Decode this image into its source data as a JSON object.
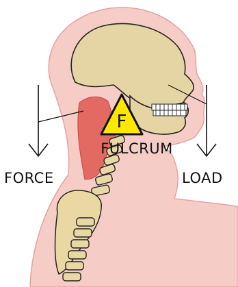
{
  "labels": {
    "force": "FORCE",
    "load": "LOAD",
    "fulcrum": "FULCRUM",
    "fulcrum_letter": "F"
  },
  "colors": {
    "skin": "#f6cdc6",
    "skin_outline": "#e7a0a0",
    "bone": "#e9d7a4",
    "muscle": "#e36a62",
    "fulcrum": "#ffe800",
    "ink": "#111111"
  }
}
